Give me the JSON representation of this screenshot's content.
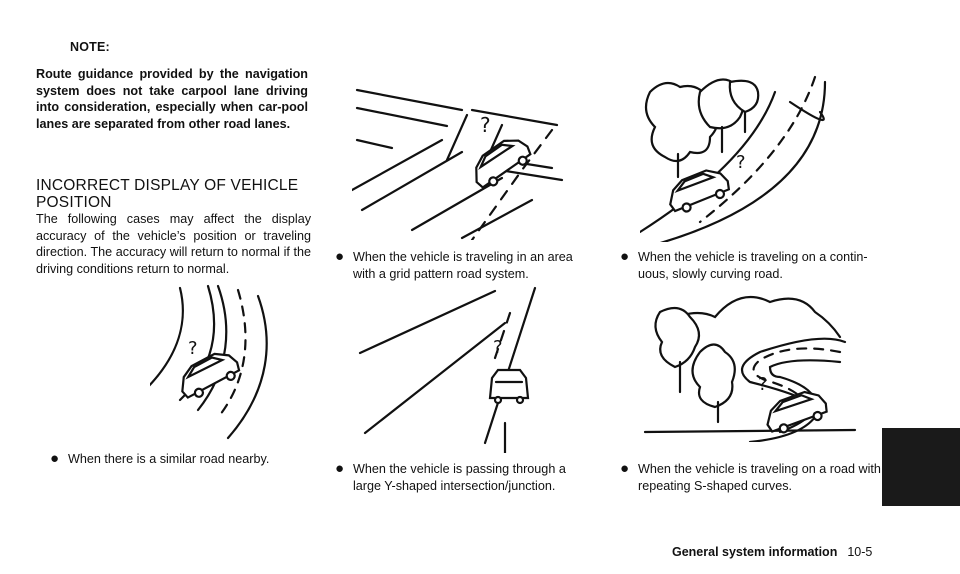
{
  "note": {
    "label": "NOTE:",
    "body": "Route guidance provided by the navigation system does not take carpool lane driving into consideration, especially when car-pool lanes are separated from other road lanes."
  },
  "section": {
    "title": "INCORRECT DISPLAY OF VEHICLE POSITION",
    "intro": "The following cases may affect the display accuracy of the vehicle’s position or traveling direction. The accuracy will return to normal if the driving conditions return to normal."
  },
  "cases": [
    {
      "illustration": "similar-road-nearby",
      "bullet": "●",
      "caption": "When there is a similar road nearby."
    },
    {
      "illustration": "grid-pattern-road",
      "bullet": "●",
      "caption": "When the vehicle is traveling in an area with a grid pattern road system."
    },
    {
      "illustration": "y-shaped-junction",
      "bullet": "●",
      "caption": "When the vehicle is passing through a large Y-shaped intersection/junction."
    },
    {
      "illustration": "curving-road",
      "bullet": "●",
      "caption": "When the vehicle is traveling on a contin-uous, slowly curving road."
    },
    {
      "illustration": "s-shaped-curves",
      "bullet": "●",
      "caption": "When the vehicle is traveling on a road with repeating S-shaped curves."
    }
  ],
  "footer": {
    "section": "General system information",
    "page": "10-5"
  }
}
